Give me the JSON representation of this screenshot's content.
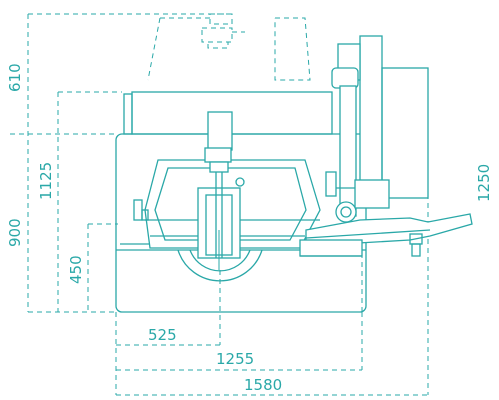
{
  "figure": {
    "line_color": "#2aa8a8",
    "background": "#ffffff",
    "dimensions": {
      "height_610": "610",
      "height_900": "900",
      "height_1125": "1125",
      "height_450": "450",
      "height_1250": "1250",
      "width_525": "525",
      "width_1255": "1255",
      "width_1580": "1580"
    }
  }
}
